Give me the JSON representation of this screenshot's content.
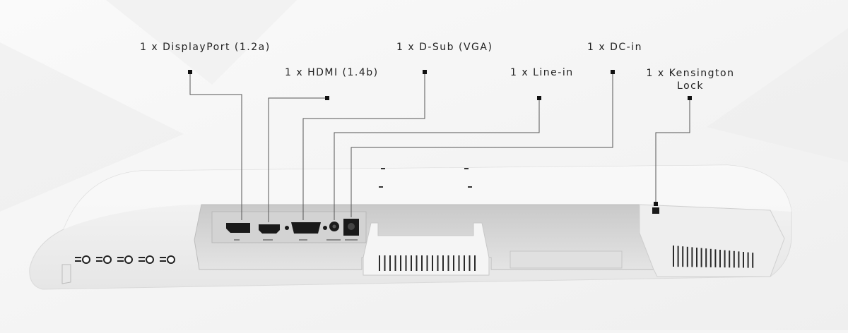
{
  "ports": [
    {
      "id": "displayport",
      "label": "1 x DisplayPort (1.2a)",
      "lines": [
        "1 x DisplayPort (1.2a)"
      ]
    },
    {
      "id": "hdmi",
      "label": "1 x HDMI (1.4b)",
      "lines": [
        "1 x HDMI (1.4b)"
      ]
    },
    {
      "id": "vga",
      "label": "1 x D-Sub (VGA)",
      "lines": [
        "1 x D-Sub (VGA)"
      ]
    },
    {
      "id": "line-in",
      "label": "1 x Line-in",
      "lines": [
        "1 x Line-in"
      ]
    },
    {
      "id": "dc-in",
      "label": "1 x DC-in",
      "lines": [
        "1 x DC-in"
      ]
    },
    {
      "id": "kensington",
      "label": "1 x Kensington Lock",
      "lines": [
        "1 x Kensington",
        "Lock"
      ]
    }
  ],
  "colors": {
    "background": "#f4f4f4",
    "monitor_body": "#f1f1f1",
    "recess": "#dcdcdc",
    "port": "#1a1a1a",
    "leader": "#555555",
    "text": "#222222"
  }
}
